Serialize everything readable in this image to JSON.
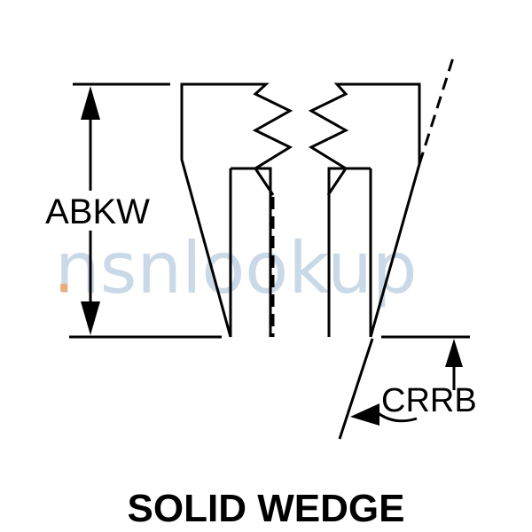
{
  "diagram": {
    "title": "SOLID WEDGE",
    "dimensions": {
      "height_label": "ABKW",
      "angle_label": "CRRB"
    },
    "watermark": {
      "text": "nsnlookup",
      "color": "#b9cde0",
      "accent": "#f0a060"
    },
    "colors": {
      "line": "#000000",
      "background": "#ffffff"
    }
  }
}
